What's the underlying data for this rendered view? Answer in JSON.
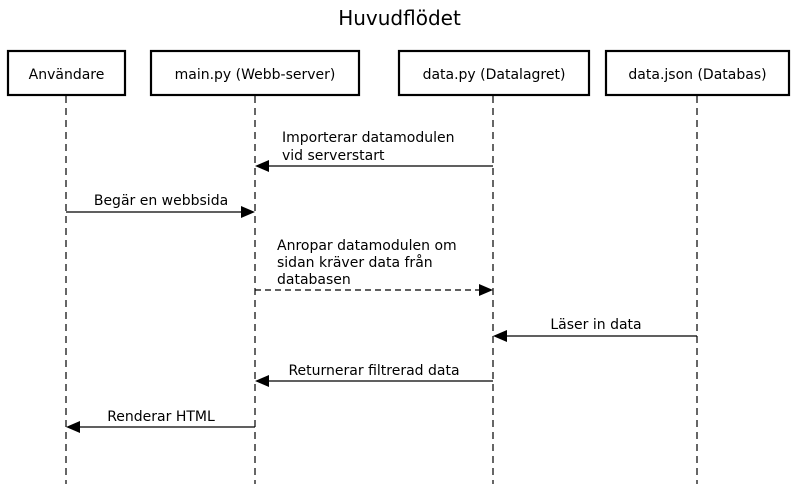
{
  "title": "Huvudflödet",
  "participants": [
    {
      "id": "user",
      "label": "Användare"
    },
    {
      "id": "main",
      "label": "main.py (Webb-server)"
    },
    {
      "id": "data",
      "label": "data.py (Datalagret)"
    },
    {
      "id": "json",
      "label": "data.json (Databas)"
    }
  ],
  "messages": [
    {
      "from": "data",
      "to": "main",
      "style": "solid",
      "lines": [
        "Importerar datamodulen",
        "vid serverstart"
      ]
    },
    {
      "from": "user",
      "to": "main",
      "style": "solid",
      "lines": [
        "Begär en webbsida"
      ]
    },
    {
      "from": "main",
      "to": "data",
      "style": "dashed",
      "lines": [
        "Anropar datamodulen om",
        "sidan kräver data från",
        "databasen"
      ]
    },
    {
      "from": "json",
      "to": "data",
      "style": "solid",
      "lines": [
        "Läser in data"
      ]
    },
    {
      "from": "data",
      "to": "main",
      "style": "solid",
      "lines": [
        "Returnerar filtrerad data"
      ]
    },
    {
      "from": "main",
      "to": "user",
      "style": "solid",
      "lines": [
        "Renderar HTML"
      ]
    }
  ]
}
